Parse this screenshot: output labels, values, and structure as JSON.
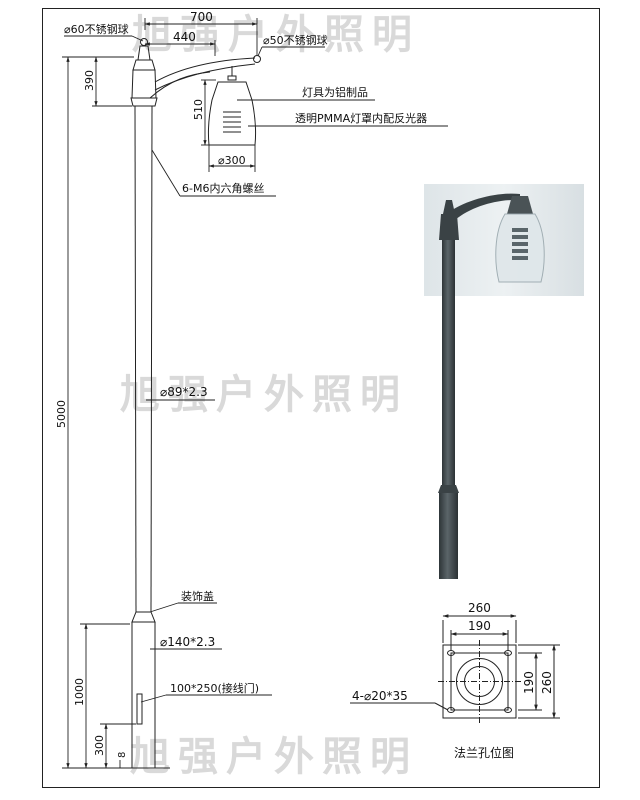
{
  "watermark": "旭强户外照明",
  "dimensions": {
    "arm_length": "700",
    "arm_inner": "440",
    "top_height": "390",
    "lamp_height": "510",
    "lamp_diameter": "⌀300",
    "pole_height": "5000",
    "base_height": "1000",
    "door_height": "300",
    "door_gap": "8"
  },
  "callouts": {
    "top_ball": "⌀60不锈钢球",
    "arm_ball": "⌀50不锈钢球",
    "lamp_material": "灯具为铝制品",
    "lamp_shade": "透明PMMA灯罩内配反光器",
    "bolts": "6-M6内六角螺丝",
    "upper_pipe": "⌀89*2.3",
    "decor_cover": "装饰盖",
    "lower_pipe": "⌀140*2.3",
    "door": "100*250(接线门)",
    "flange_holes": "4-⌀20*35"
  },
  "flange": {
    "width": "260",
    "inner": "190",
    "height_outer": "260",
    "height_inner": "190",
    "caption": "法兰孔位图"
  },
  "colors": {
    "line": "#222222",
    "pole_photo": "#3f474a",
    "photo_bg": "#e9eef0",
    "watermark": "#d9d9d9"
  }
}
